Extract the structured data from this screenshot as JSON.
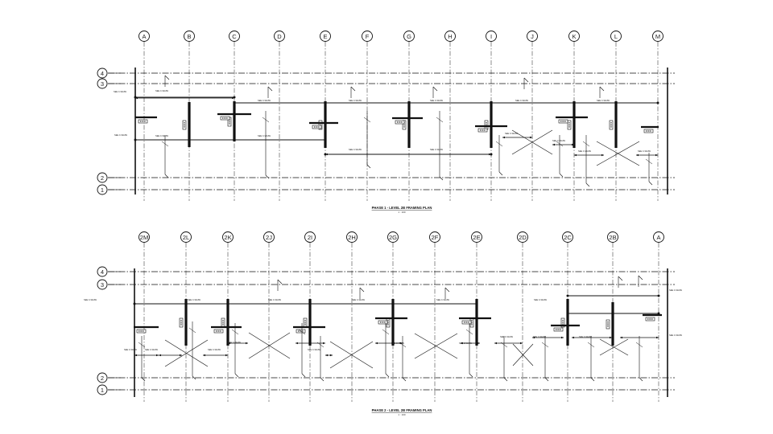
{
  "plan1": {
    "title": "PHASE 1 - LEVEL 2B FRAMING PLAN",
    "scale": "1 : 100",
    "columns": [
      "A",
      "B",
      "C",
      "D",
      "E",
      "F",
      "G",
      "H",
      "I",
      "J",
      "K",
      "L",
      "M"
    ],
    "rows": [
      "4",
      "3",
      "2",
      "1"
    ],
    "callouts": [
      "SEE C-WAIW",
      "SEE C-WAIW",
      "SEE C-WAIW",
      "SEE C-WAIW",
      "SEE C-WAIW",
      "SEE C-WAIW",
      "SEE C-WAIW",
      "SEE C-WAIW",
      "SEE C-WAIW",
      "SEE C-WAIW",
      "SEE C-WAIW",
      "SEE C-WAIW",
      "SEE C-WAIW",
      "SEE C-WAIW",
      "SEE C-WAIW",
      "SEE C-WAIW"
    ]
  },
  "plan2": {
    "title": "PHASE 2 - LEVEL 2B FRAMING PLAN",
    "scale": "1 : 100",
    "columns": [
      "2M",
      "2L",
      "2K",
      "2J",
      "2I",
      "2H",
      "2G",
      "2F",
      "2E",
      "2D",
      "2C",
      "2B",
      "A"
    ],
    "rows": [
      "4",
      "3",
      "2",
      "1"
    ],
    "callouts": [
      "SEE C-WAIW",
      "SEE C-WAIW",
      "SEE C-WAIW",
      "SEE C-WAIW",
      "SEE C-WAIW",
      "SEE C-WAIW",
      "SEE C-WAIW",
      "SEE C-WAIW",
      "SEE C-WAIW",
      "SEE C-WAIW",
      "SEE C-WAIW",
      "SEE C-WAIW",
      "SEE C-WAIW",
      "SEE C-WAIW",
      "SEE C-WAIW",
      "SEE C-WAIW",
      "SEE C-WAIW",
      "SEE C-WAIW"
    ]
  }
}
